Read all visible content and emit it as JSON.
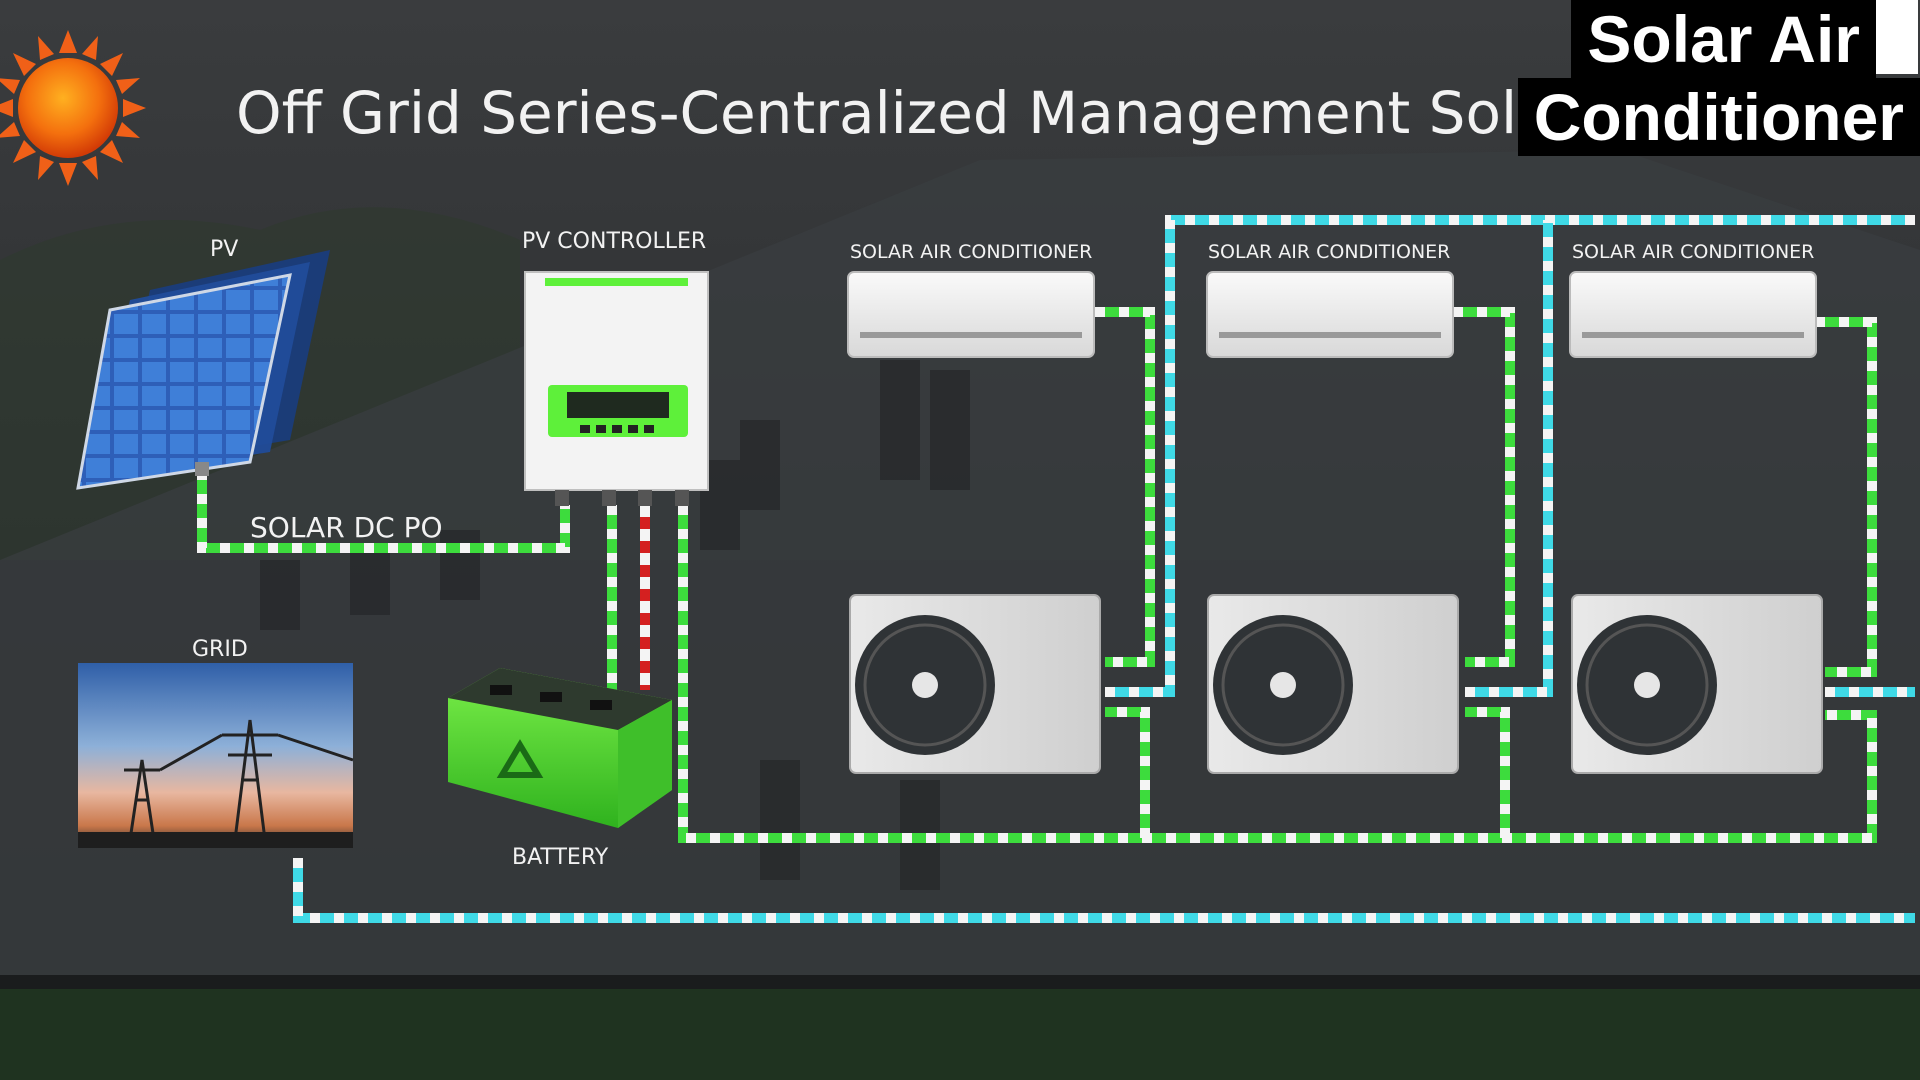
{
  "title": "Off Grid Series-Centralized Management Solu",
  "overlay": {
    "line1": "Solar Air",
    "line2": "Conditioner"
  },
  "labels": {
    "pv": "PV",
    "pv_controller": "PV CONTROLLER",
    "solar_dc": "SOLAR DC PO",
    "grid": "GRID",
    "battery": "BATTERY",
    "indoor_unit_1": "SOLAR AIR CONDITIONER",
    "indoor_unit_2": "SOLAR AIR CONDITIONER",
    "indoor_unit_3": "SOLAR AIR CONDITIONER"
  },
  "colors": {
    "dc_cable": "#3ddc3d",
    "ac_cable": "#3fd9e6",
    "battery_positive": "#d42020",
    "controller_accent": "#5ef03a",
    "sun": "#f05a0a"
  },
  "icons": [
    "sun-icon",
    "solar-panel-icon",
    "recycle-icon",
    "fan-icon",
    "power-tower-icon"
  ]
}
